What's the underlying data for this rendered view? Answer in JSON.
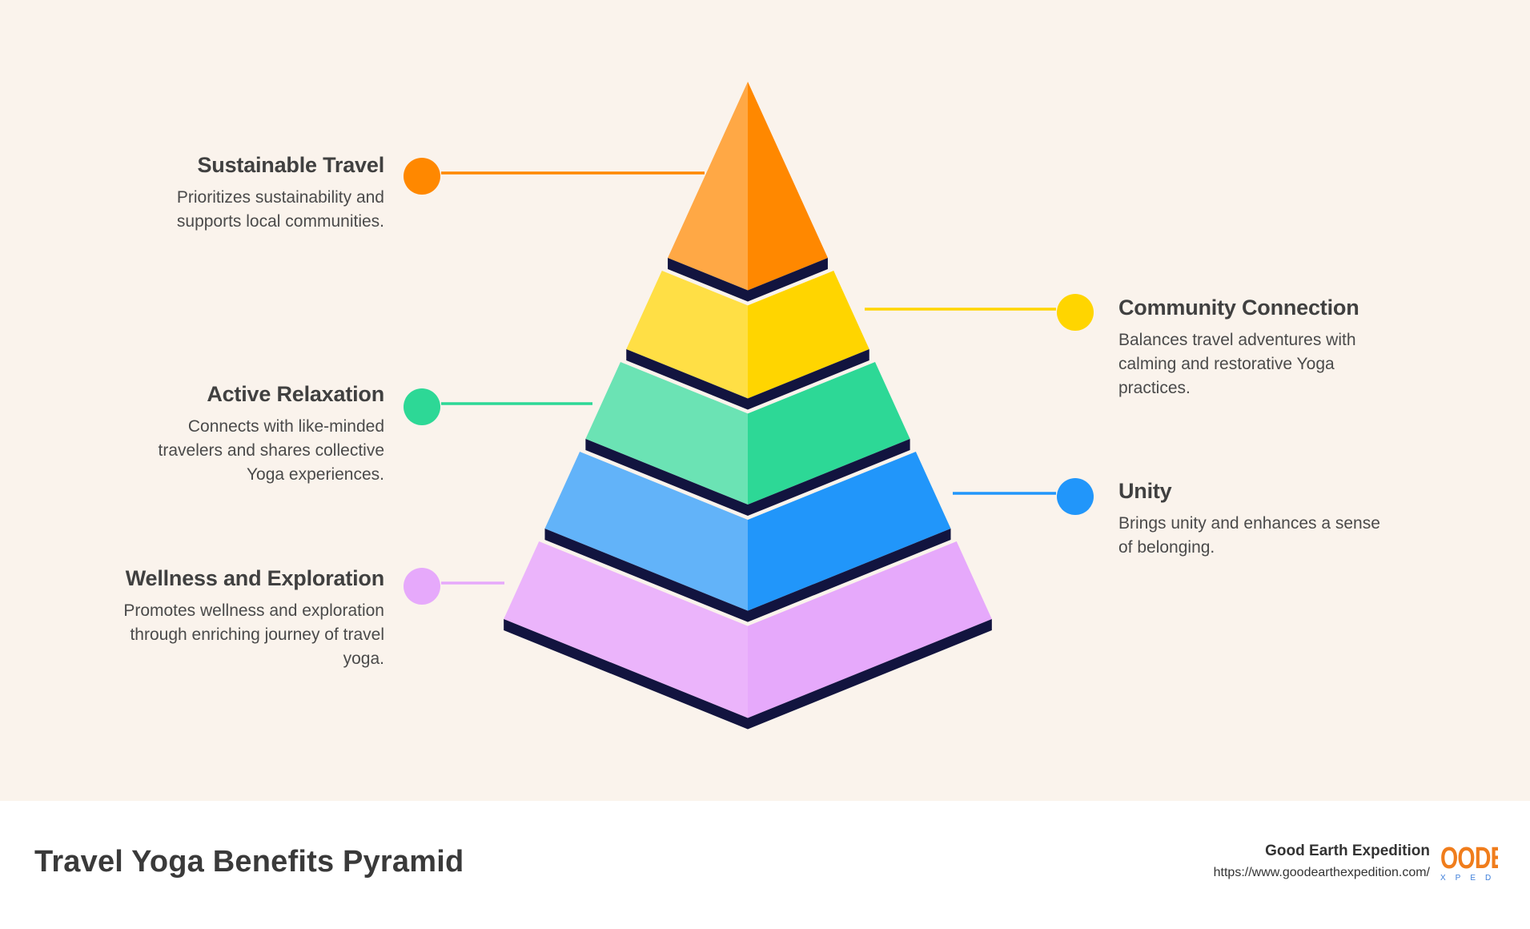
{
  "diagram": {
    "levels": [
      {
        "title": "Sustainable Travel",
        "description": "Prioritizes sustainability and supports local communities.",
        "color_light": "#ffa845",
        "color_dark": "#ff8800",
        "side": "left"
      },
      {
        "title": "Community Connection",
        "description": "Balances travel adventures with calming and restorative Yoga practices.",
        "color_light": "#ffdf45",
        "color_dark": "#ffd500",
        "side": "right"
      },
      {
        "title": "Active Relaxation",
        "description": "Connects with like-minded travelers and shares collective Yoga experiences.",
        "color_light": "#6be3b4",
        "color_dark": "#2dd896",
        "side": "left"
      },
      {
        "title": "Unity",
        "description": "Brings unity and enhances a sense of belonging.",
        "color_light": "#62b3f9",
        "color_dark": "#2196fa",
        "side": "right"
      },
      {
        "title": "Wellness and Exploration",
        "description": "Promotes wellness and exploration through enriching journey of travel yoga.",
        "color_light": "#ebb4fb",
        "color_dark": "#e6a9fb",
        "side": "left"
      }
    ],
    "edge_color": "#12143f"
  },
  "footer": {
    "title": "Travel Yoga Benefits Pyramid",
    "brand_name": "Good Earth Expedition",
    "brand_url": "https://www.goodearthexpedition.com/",
    "logo_top": "OODE",
    "logo_bottom": "XPED"
  }
}
